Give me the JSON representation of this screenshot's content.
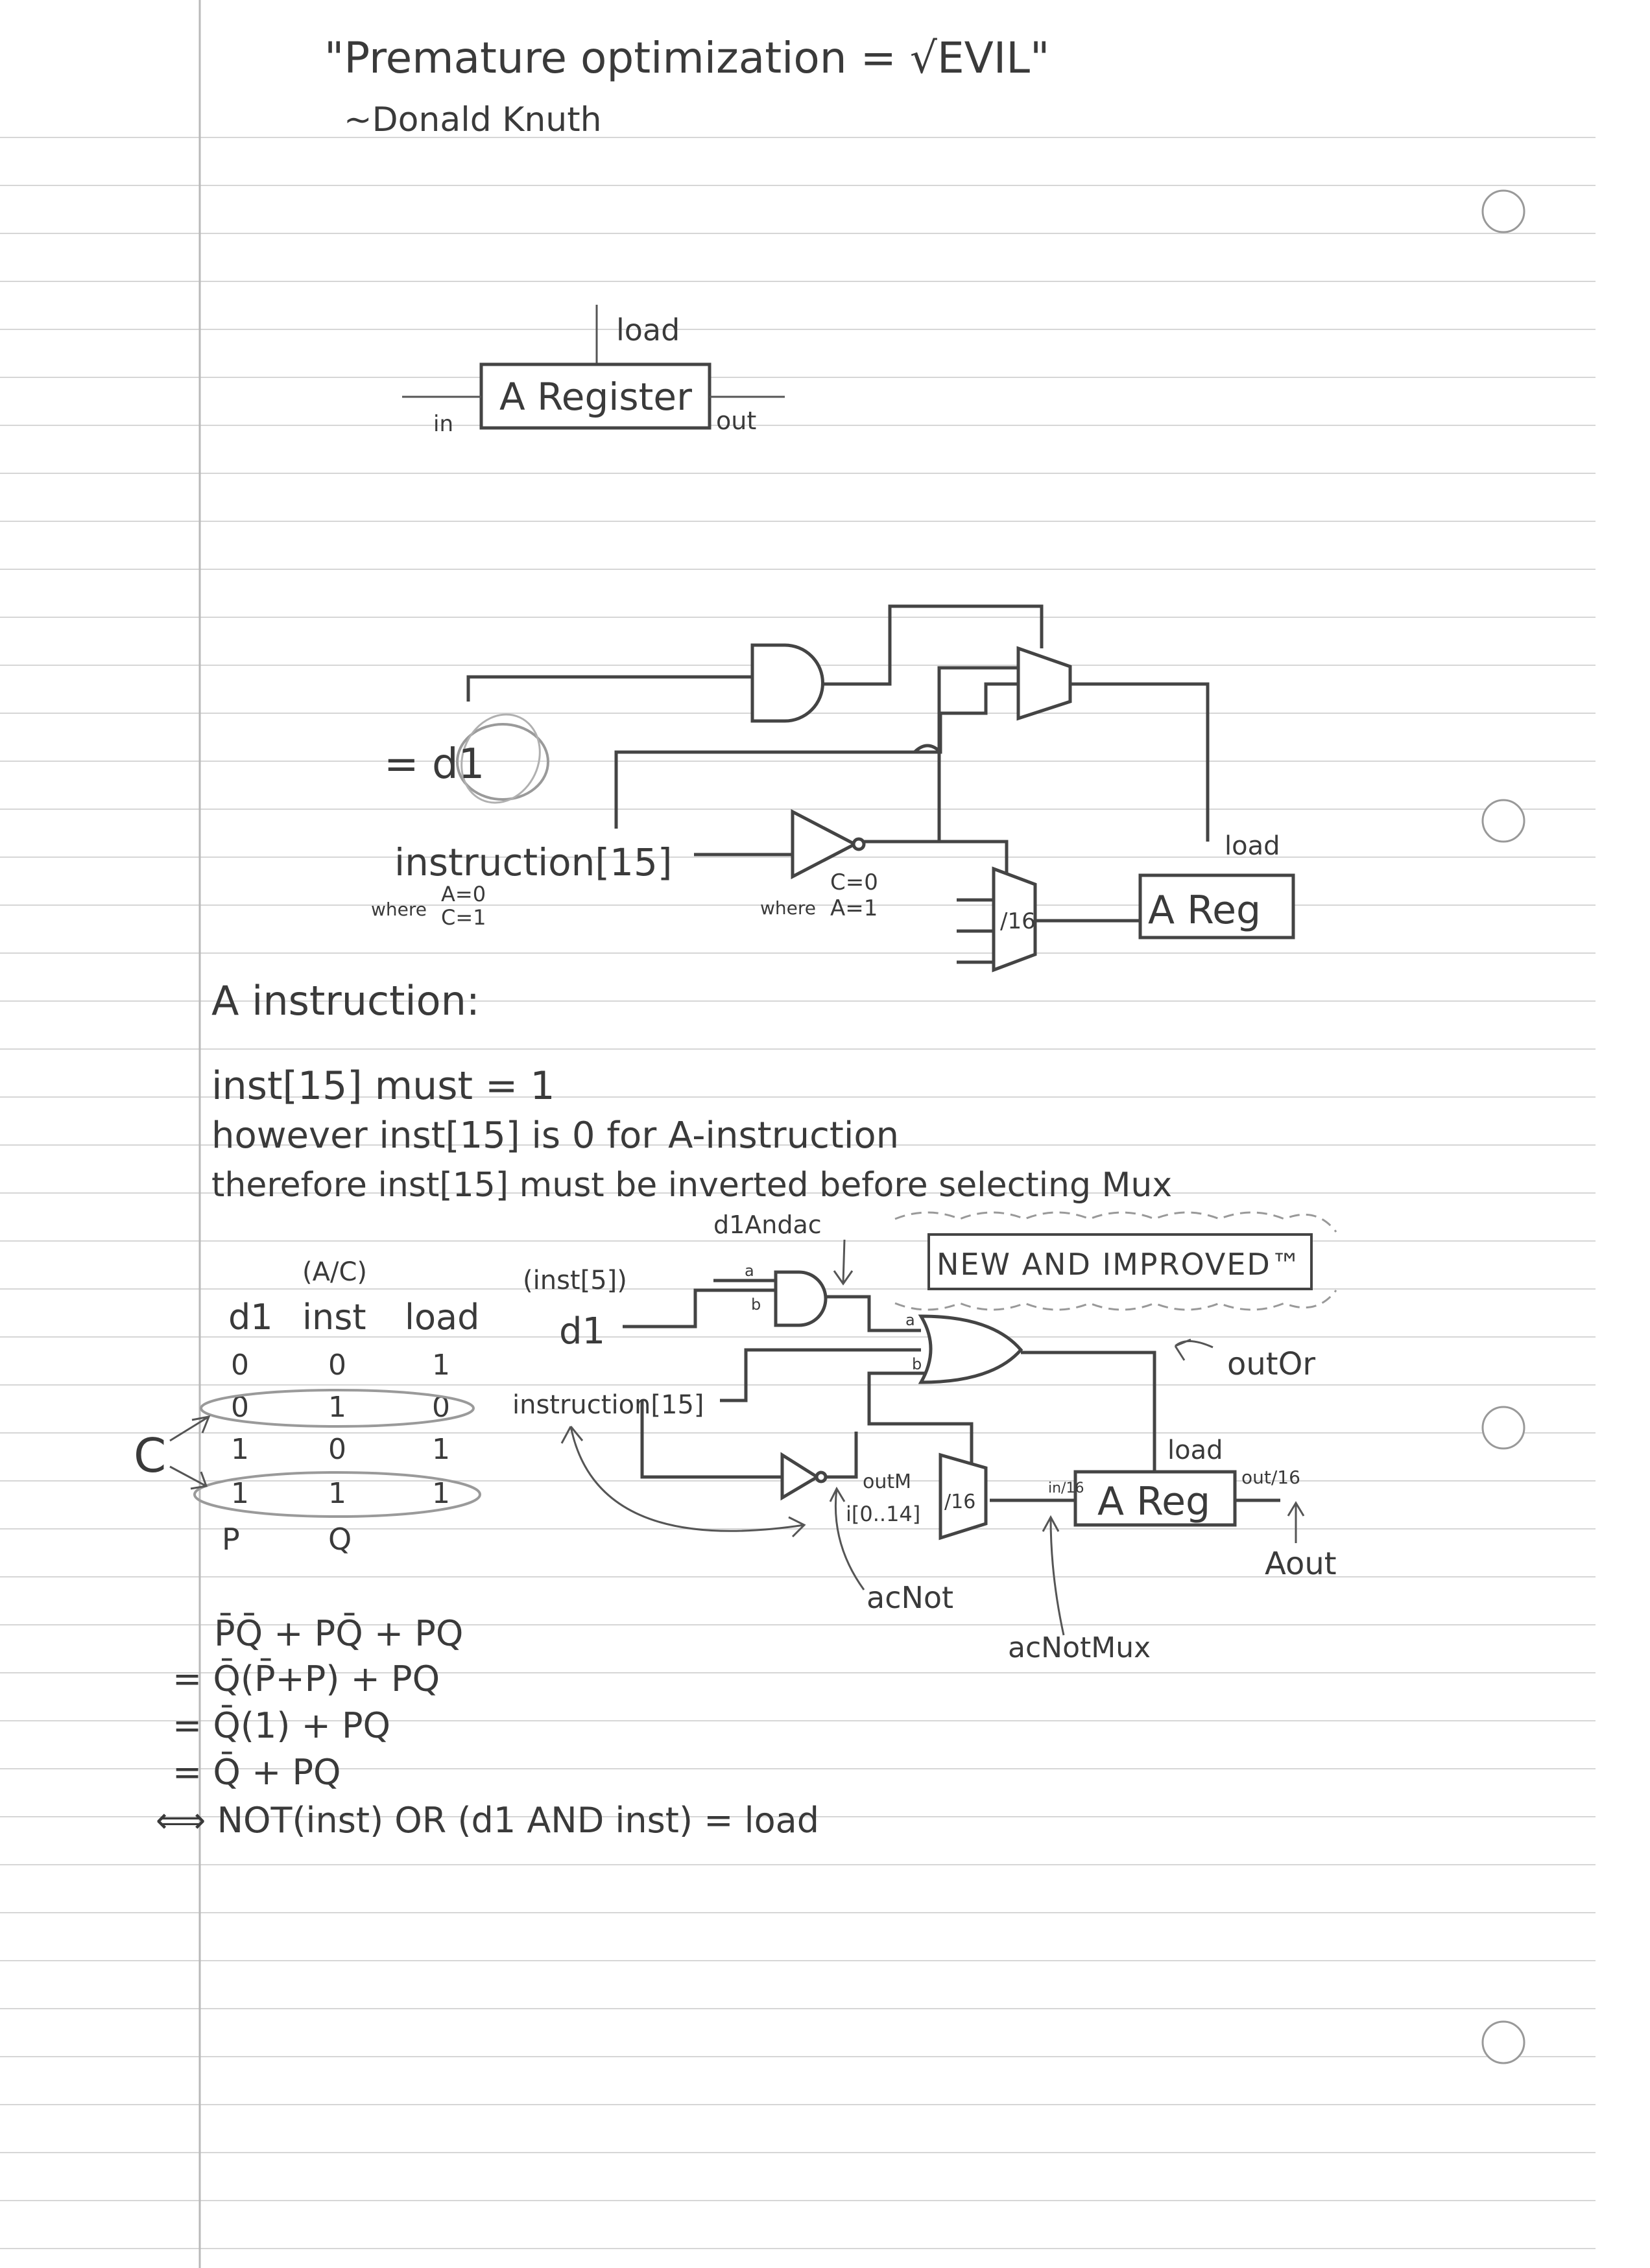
{
  "quote": {
    "line": "\"Premature optimization = √EVIL\"",
    "author": "~Donald Knuth"
  },
  "register_diagram": {
    "label": "A Register",
    "load": "load",
    "in": "in",
    "out": "out"
  },
  "circuit1": {
    "d1_label": "= d1",
    "instruction": "instruction[15]",
    "where_left": "where",
    "where_left_a": "A=0",
    "where_left_c": "C=1",
    "where_right": "where",
    "where_right_c": "C=0",
    "where_right_a": "A=1",
    "mux": "/16",
    "load": "load",
    "areg": "A Reg"
  },
  "notes": {
    "heading": "A instruction:",
    "line1": "inst[15] must = 1",
    "line2": "however inst[15] is 0 for A-instruction",
    "line3": "therefore inst[15] must be inverted before selecting Mux"
  },
  "truth_table": {
    "ac_label": "(A/C)",
    "headers": [
      "d1",
      "inst",
      "load"
    ],
    "rows": [
      [
        "0",
        "0",
        "1"
      ],
      [
        "0",
        "1",
        "0"
      ],
      [
        "1",
        "0",
        "1"
      ],
      [
        "1",
        "1",
        "1"
      ]
    ],
    "footer": [
      "P",
      "Q"
    ],
    "c_marker": "C"
  },
  "circuit2": {
    "d1andac": "d1Andac",
    "badge": "NEW AND IMPROVED™",
    "inst5": "(inst[5])",
    "d1": "d1",
    "instruction": "instruction[15]",
    "a": "a",
    "b": "b",
    "out_or": "outOr",
    "load": "load",
    "out_m": "outM",
    "i_range": "i[0..14]",
    "mux": "/16",
    "in16": "in/16",
    "areg": "A Reg",
    "out16": "out/16",
    "aout": "Aout",
    "acnot": "acNot",
    "acnotmux": "acNotMux"
  },
  "derivation": [
    "P̄Q̄ + PQ̄ + PQ",
    "= Q̄(P̄+P) + PQ",
    "= Q̄(1) + PQ",
    "= Q̄ + PQ",
    "⟺ NOT(inst) OR (d1 AND inst) = load"
  ]
}
